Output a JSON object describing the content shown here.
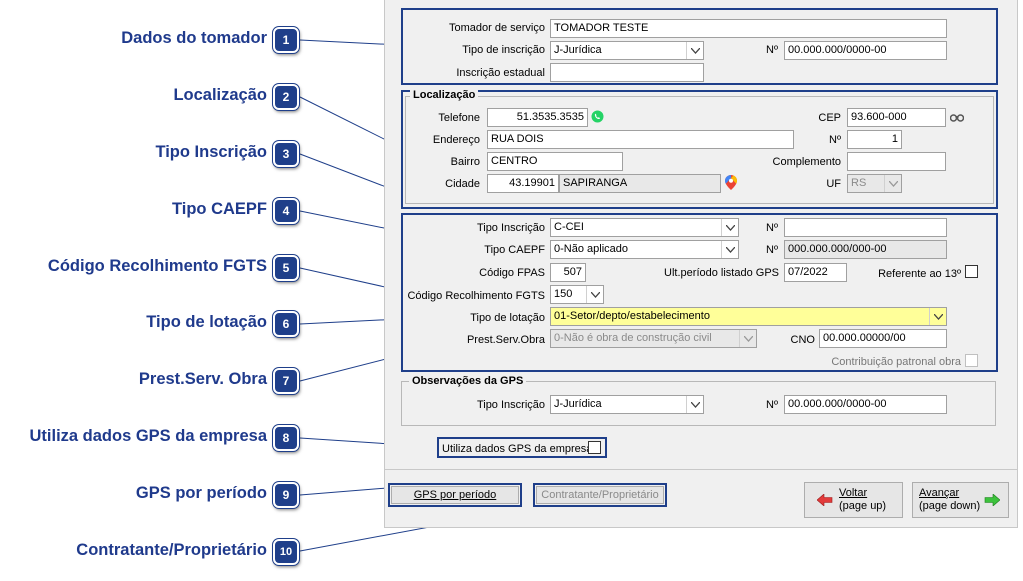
{
  "callouts": [
    {
      "num": "1",
      "label": "Dados do tomador"
    },
    {
      "num": "2",
      "label": "Localização"
    },
    {
      "num": "3",
      "label": "Tipo Inscrição"
    },
    {
      "num": "4",
      "label": "Tipo CAEPF"
    },
    {
      "num": "5",
      "label": "Código Recolhimento FGTS"
    },
    {
      "num": "6",
      "label": "Tipo de lotação"
    },
    {
      "num": "7",
      "label": "Prest.Serv. Obra"
    },
    {
      "num": "8",
      "label": "Utiliza dados GPS da empresa"
    },
    {
      "num": "9",
      "label": "GPS por período"
    },
    {
      "num": "10",
      "label": "Contratante/Proprietário"
    }
  ],
  "tomador": {
    "servico_label": "Tomador de serviço",
    "servico_value": "TOMADOR TESTE",
    "tipo_label": "Tipo de inscrição",
    "tipo_value": "J-Jurídica",
    "num_label": "Nº",
    "num_value": "00.000.000/0000-00",
    "ie_label": "Inscrição estadual",
    "ie_value": ""
  },
  "localizacao": {
    "title": "Localização",
    "telefone_label": "Telefone",
    "telefone_value": "51.3535.3535",
    "cep_label": "CEP",
    "cep_value": "93.600-000",
    "endereco_label": "Endereço",
    "endereco_value": "RUA DOIS",
    "numero_label": "Nº",
    "numero_value": "1",
    "bairro_label": "Bairro",
    "bairro_value": "CENTRO",
    "complemento_label": "Complemento",
    "complemento_value": "",
    "cidade_label": "Cidade",
    "cidade_code": "43.19901",
    "cidade_name": "SAPIRANGA",
    "uf_label": "UF",
    "uf_value": "RS"
  },
  "inscricao": {
    "tipo_label": "Tipo Inscrição",
    "tipo_value": "C-CEI",
    "num1_label": "Nº",
    "num1_value": "",
    "caepf_label": "Tipo CAEPF",
    "caepf_value": "0-Não aplicado",
    "num2_label": "Nº",
    "num2_value": "000.000.000/000-00",
    "fpas_label": "Código FPAS",
    "fpas_value": "507",
    "ult_label": "Ult.período listado GPS",
    "ult_value": "07/2022",
    "ref13_label": "Referente ao 13º",
    "fgts_label": "Código Recolhimento FGTS",
    "fgts_value": "150",
    "lotacao_label": "Tipo de lotação",
    "lotacao_value": "01-Setor/depto/estabelecimento",
    "obra_label": "Prest.Serv.Obra",
    "obra_value": "0-Não é obra de construção civil",
    "cno_label": "CNO",
    "cno_value": "00.000.00000/00",
    "contrib_label": "Contribuição patronal obra"
  },
  "observacoes": {
    "title": "Observações da GPS",
    "tipo_label": "Tipo Inscrição",
    "tipo_value": "J-Jurídica",
    "num_label": "Nº",
    "num_value": "00.000.000/0000-00"
  },
  "utiliza_label": "Utiliza dados GPS da empresa",
  "buttons": {
    "gps": "GPS por período",
    "contratante": "Contratante/Proprietário",
    "voltar_line1": "Voltar",
    "voltar_line2": "(page up)",
    "avancar_line1": "Avançar",
    "avancar_line2": "(page down)"
  },
  "colors": {
    "callout": "#1f3f8a",
    "highlight_field": "#ffff99",
    "whatsapp": "#25d366"
  }
}
